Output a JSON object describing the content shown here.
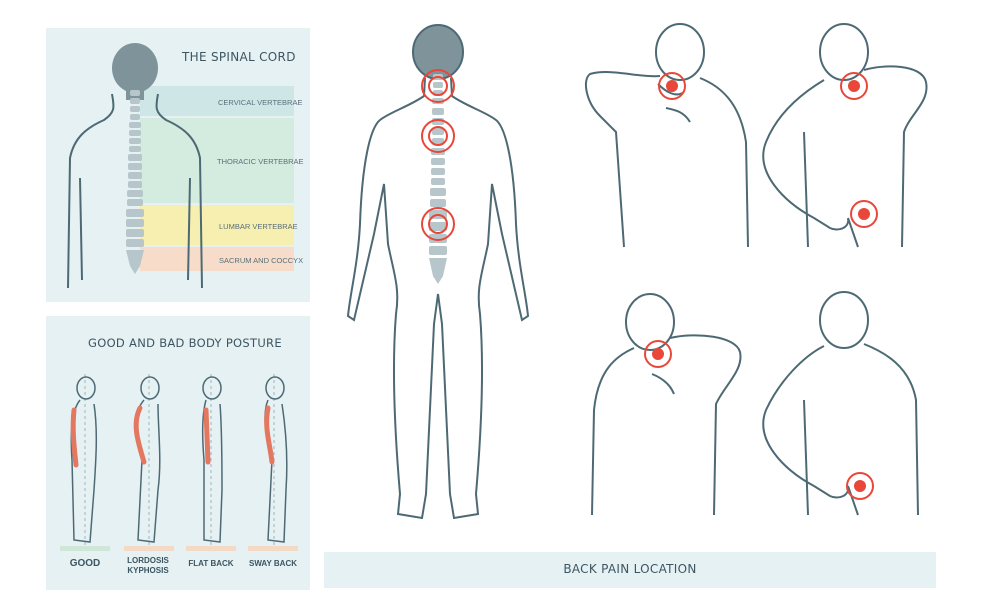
{
  "spinal_cord": {
    "title": "THE SPINAL CORD",
    "regions": [
      {
        "label": "CERVICAL VERTEBRAE",
        "color": "#cfe6e7"
      },
      {
        "label": "THORACIC VERTEBRAE",
        "color": "#d4ecdf"
      },
      {
        "label": "LUMBAR VERTEBRAE",
        "color": "#f6efb0"
      },
      {
        "label": "SACRUM AND COCCYX",
        "color": "#f7dcc9"
      }
    ]
  },
  "posture": {
    "title": "GOOD AND BAD BODY POSTURE",
    "types": [
      {
        "label": "GOOD",
        "pad_color": "#cfe6d8"
      },
      {
        "label": "LORDOSIS\nKYPHOSIS",
        "pad_color": "#f4d9c4"
      },
      {
        "label": "FLAT BACK",
        "pad_color": "#f4d9c4"
      },
      {
        "label": "SWAY BACK",
        "pad_color": "#f4d9c4"
      }
    ]
  },
  "back_pain": {
    "caption": "BACK PAIN LOCATION"
  },
  "colors": {
    "outline": "#4d6a74",
    "head_fill": "#7f939a",
    "spine": "#b7c6ca",
    "pain": "#e8473a",
    "spine_red": "#e3775f",
    "panel_bg": "#e6f1f4"
  }
}
